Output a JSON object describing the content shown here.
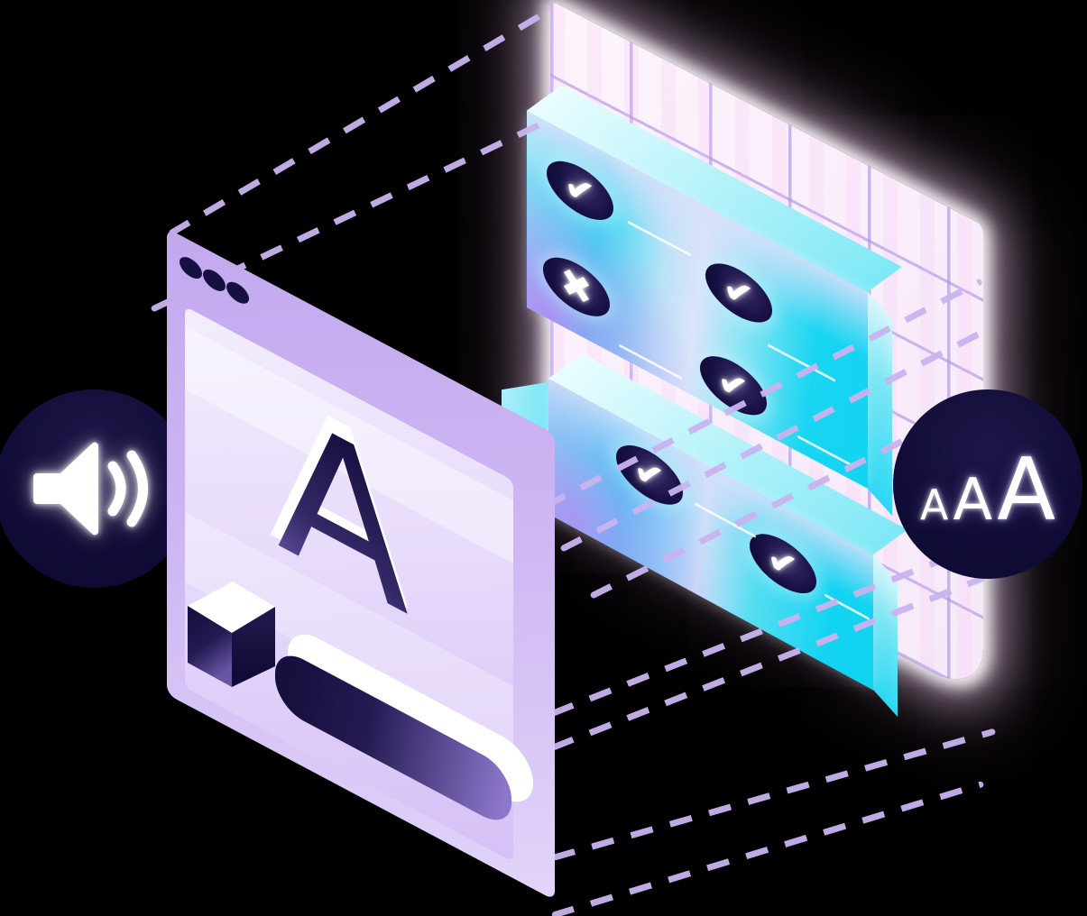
{
  "scene": {
    "background_color": "#000000",
    "palette": {
      "lavender_window": "#c9b2f1",
      "deep_navy": "#120d36",
      "cyan_panel": "#1cd6f2",
      "grid_pink": "#faeffa",
      "grid_line": "#b4a0e6",
      "dash_lavender": "#c9b3ef",
      "glow_white": "#ffffff"
    },
    "browser_window": {
      "letter": "A",
      "titlebar_dots": 3
    },
    "audio_badge": {
      "icon": "speaker-icon"
    },
    "font_size_badge": {
      "letters": [
        "A",
        "A",
        "A"
      ]
    },
    "upper_checklist": {
      "badges": [
        {
          "icon": "check-icon",
          "glyph": "✔"
        },
        {
          "icon": "cross-icon",
          "glyph": "✖"
        },
        {
          "icon": "check-icon",
          "glyph": "✔"
        },
        {
          "icon": "check-icon",
          "glyph": "✔"
        }
      ]
    },
    "lower_checklist": {
      "badges": [
        {
          "icon": "check-icon",
          "glyph": "✔"
        },
        {
          "icon": "check-icon",
          "glyph": "✔"
        }
      ]
    }
  }
}
